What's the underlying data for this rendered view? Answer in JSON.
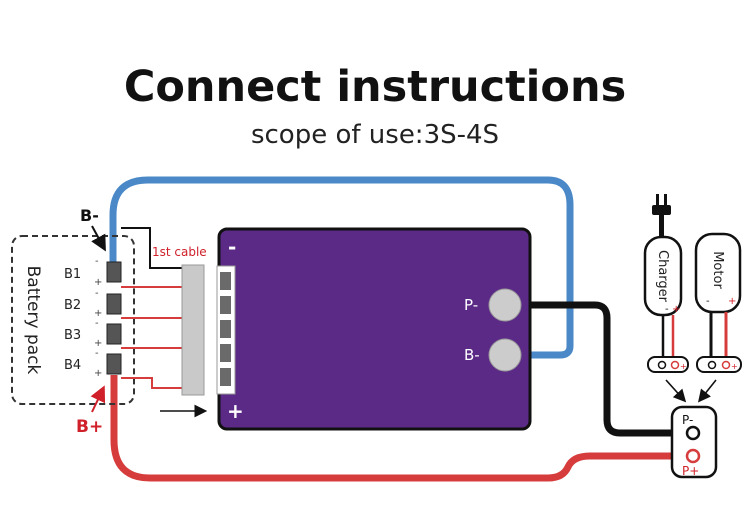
{
  "title": "Connect instructions",
  "subtitle": "scope of use:3S-4S",
  "battery": {
    "label": "Battery pack",
    "cells": [
      "B1",
      "B2",
      "B3",
      "B4"
    ],
    "minus_sign": "-",
    "plus_sign": "+",
    "b_minus": "B-",
    "b_plus": "B+"
  },
  "cable_label": "1st cable",
  "board": {
    "minus": "-",
    "plus": "+",
    "p_minus": "P-",
    "b_minus": "B-"
  },
  "devices": {
    "charger": "Charger",
    "motor": "Motor",
    "minus": "-",
    "plus": "+"
  },
  "output": {
    "p_minus": "P-",
    "p_plus": "P+"
  },
  "colors": {
    "blue_wire": "#4a88c8",
    "red_wire": "#d63c3c",
    "black_wire": "#111111",
    "board": "#5b2a86",
    "terminal": "#cccccc",
    "red_label": "#d0202a"
  }
}
